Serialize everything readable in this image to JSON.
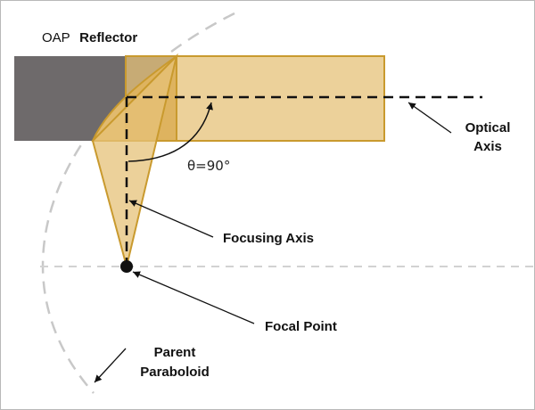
{
  "title": {
    "prefix": "OAP",
    "main": "Reflector"
  },
  "labels": {
    "optical_axis_line1": "Optical",
    "optical_axis_line2": "Axis",
    "angle": "θ=90°",
    "focusing_axis": "Focusing Axis",
    "focal_point": "Focal Point",
    "parent_paraboloid_line1": "Parent",
    "parent_paraboloid_line2": "Paraboloid"
  },
  "colors": {
    "mirror": "#6e6a6b",
    "beam_fill": "#e6c178",
    "beam_stroke": "#c99a2e",
    "axis_line": "#111111",
    "parabola": "#c8c8c8",
    "focus": "#111111"
  }
}
